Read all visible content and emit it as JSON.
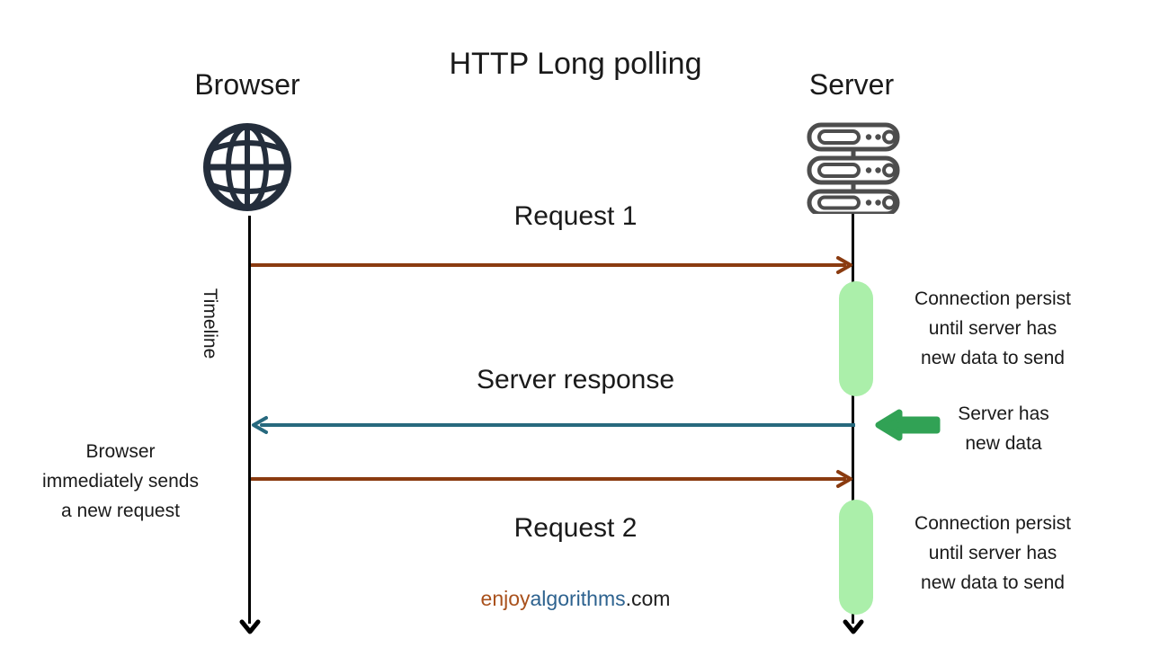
{
  "title": "HTTP Long polling",
  "actors": {
    "browser": "Browser",
    "server": "Server"
  },
  "timeline_label": "Timeline",
  "messages": {
    "request1": "Request 1",
    "response": "Server response",
    "request2": "Request 2"
  },
  "annotations": {
    "persist1": "Connection persist\nuntil server has\nnew data to send",
    "server_new_data": "Server has\nnew data",
    "browser_resend": "Browser\nimmediately sends\na new request",
    "persist2": "Connection persist\nuntil server has\nnew data to send"
  },
  "branding": {
    "enjoy": "enjoy",
    "algorithms": "algorithms",
    "com": ".com"
  },
  "colors": {
    "request_arrow": "#8a3b10",
    "response_arrow": "#27697e",
    "green_arrow": "#31a255",
    "highlight_pill": "#abefaa",
    "globe_icon": "#242e3c",
    "server_icon": "#4d4d4d",
    "timeline_line": "#000000",
    "text": "#1a1a1a",
    "brand_enjoy": "#a9511c",
    "brand_algorithms": "#2d628f",
    "brand_com": "#202020"
  }
}
